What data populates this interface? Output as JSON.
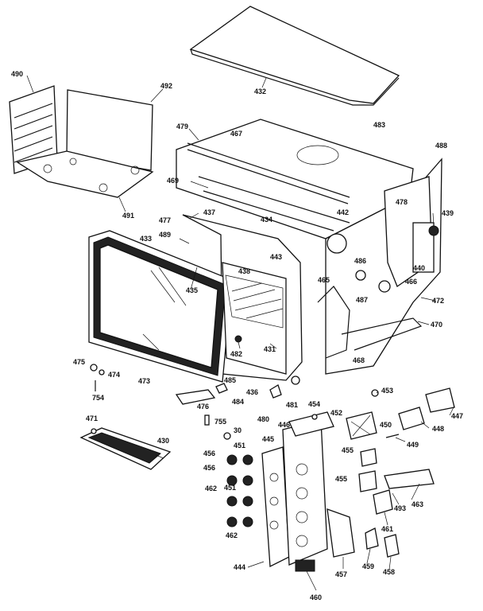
{
  "diagram": {
    "labels": [
      {
        "id": "l490",
        "text": "490"
      },
      {
        "id": "l492",
        "text": "492"
      },
      {
        "id": "l432",
        "text": "432"
      },
      {
        "id": "l483",
        "text": "483"
      },
      {
        "id": "l488",
        "text": "488"
      },
      {
        "id": "l479",
        "text": "479"
      },
      {
        "id": "l467",
        "text": "467"
      },
      {
        "id": "l469",
        "text": "469"
      },
      {
        "id": "l491",
        "text": "491"
      },
      {
        "id": "l477",
        "text": "477"
      },
      {
        "id": "l437",
        "text": "437"
      },
      {
        "id": "l434",
        "text": "434"
      },
      {
        "id": "l442",
        "text": "442"
      },
      {
        "id": "l478",
        "text": "478"
      },
      {
        "id": "l439",
        "text": "439"
      },
      {
        "id": "l433",
        "text": "433"
      },
      {
        "id": "l489",
        "text": "489"
      },
      {
        "id": "l443",
        "text": "443"
      },
      {
        "id": "l486",
        "text": "486"
      },
      {
        "id": "l440",
        "text": "440"
      },
      {
        "id": "l438",
        "text": "438"
      },
      {
        "id": "l465",
        "text": "465"
      },
      {
        "id": "l466",
        "text": "466"
      },
      {
        "id": "l435",
        "text": "435"
      },
      {
        "id": "l487",
        "text": "487"
      },
      {
        "id": "l472",
        "text": "472"
      },
      {
        "id": "l470",
        "text": "470"
      },
      {
        "id": "l482",
        "text": "482"
      },
      {
        "id": "l431",
        "text": "431"
      },
      {
        "id": "l468",
        "text": "468"
      },
      {
        "id": "l475",
        "text": "475"
      },
      {
        "id": "l474",
        "text": "474"
      },
      {
        "id": "l473",
        "text": "473"
      },
      {
        "id": "l485",
        "text": "485"
      },
      {
        "id": "l453",
        "text": "453"
      },
      {
        "id": "l436",
        "text": "436"
      },
      {
        "id": "l754",
        "text": "754"
      },
      {
        "id": "l476",
        "text": "476"
      },
      {
        "id": "l484",
        "text": "484"
      },
      {
        "id": "l481",
        "text": "481"
      },
      {
        "id": "l454",
        "text": "454"
      },
      {
        "id": "l447",
        "text": "447"
      },
      {
        "id": "l480",
        "text": "480"
      },
      {
        "id": "l452",
        "text": "452"
      },
      {
        "id": "l450",
        "text": "450"
      },
      {
        "id": "l446",
        "text": "446"
      },
      {
        "id": "l448",
        "text": "448"
      },
      {
        "id": "l471",
        "text": "471"
      },
      {
        "id": "l755",
        "text": "755"
      },
      {
        "id": "l30",
        "text": "30"
      },
      {
        "id": "l445",
        "text": "445"
      },
      {
        "id": "l449",
        "text": "449"
      },
      {
        "id": "l430",
        "text": "430"
      },
      {
        "id": "l456a",
        "text": "456"
      },
      {
        "id": "l451a",
        "text": "451"
      },
      {
        "id": "l455a",
        "text": "455"
      },
      {
        "id": "l456b",
        "text": "456"
      },
      {
        "id": "l455b",
        "text": "455"
      },
      {
        "id": "l462a",
        "text": "462"
      },
      {
        "id": "l451b",
        "text": "451"
      },
      {
        "id": "l493",
        "text": "493"
      },
      {
        "id": "l463",
        "text": "463"
      },
      {
        "id": "l461",
        "text": "461"
      },
      {
        "id": "l462b",
        "text": "462"
      },
      {
        "id": "l444",
        "text": "444"
      },
      {
        "id": "l457",
        "text": "457"
      },
      {
        "id": "l459",
        "text": "459"
      },
      {
        "id": "l458",
        "text": "458"
      },
      {
        "id": "l460",
        "text": "460"
      }
    ]
  }
}
